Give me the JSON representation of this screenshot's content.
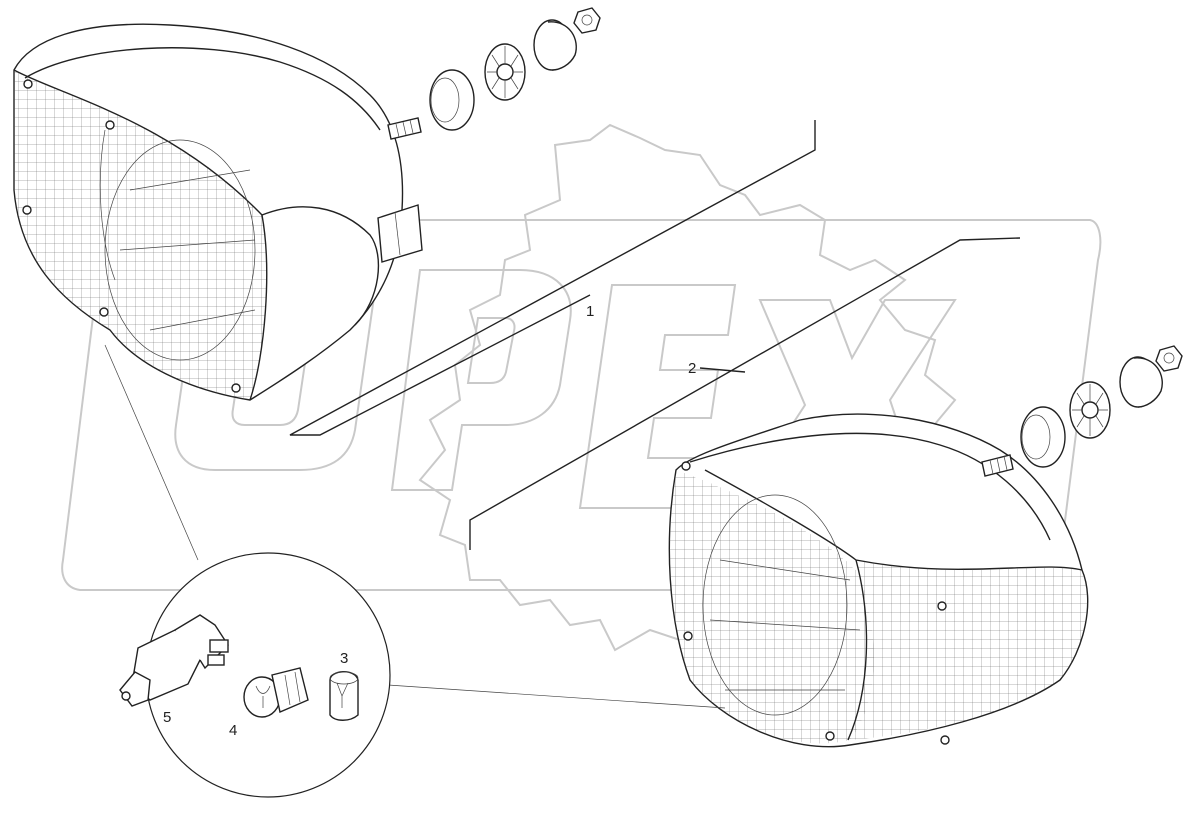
{
  "watermark": {
    "text": "OPEX"
  },
  "callouts": [
    "1",
    "2",
    "3",
    "4",
    "5"
  ],
  "icons": {
    "headlamp_left": "headlamp-left-icon",
    "headlamp_right": "headlamp-right-icon",
    "bulb_h4": "bulb-h4-icon",
    "bulb_bayonet": "bulb-bayonet-icon",
    "bulb_small": "bulb-small-icon"
  }
}
